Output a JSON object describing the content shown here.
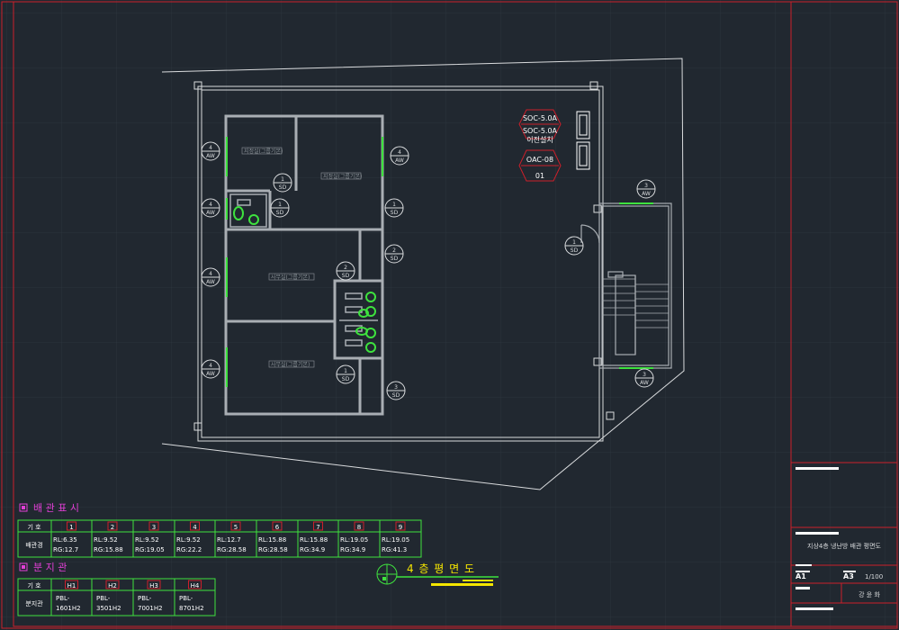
{
  "colors": {
    "background": "#212830",
    "grid": "#2c343d",
    "frame": "#cc1f2a",
    "wall": "#a9aeb3",
    "outline": "#d9dbdd",
    "green": "#3ee23e",
    "yellow": "#f5e600",
    "magenta": "#e23fd6",
    "white": "#ffffff"
  },
  "equipment_tags": {
    "soc1": "SOC-5.0A",
    "soc2": "SOC-5.0A",
    "soc2_note": "이전설치",
    "oac": "OAC-08",
    "oac_no": "01"
  },
  "room_labels": [
    "지정실(그룹기본)",
    "지정실(그룹기본)",
    "사무실(그룹기본)",
    "사무실(그룹기본)"
  ],
  "symbols": [
    {
      "num": "4",
      "code": "AW"
    },
    {
      "num": "1",
      "code": "SD"
    },
    {
      "num": "1",
      "code": "SD"
    },
    {
      "num": "4",
      "code": "AW"
    },
    {
      "num": "1",
      "code": "SD"
    },
    {
      "num": "2",
      "code": "SD"
    },
    {
      "num": "4",
      "code": "AW"
    },
    {
      "num": "2",
      "code": "SD"
    },
    {
      "num": "1",
      "code": "SD"
    },
    {
      "num": "4",
      "code": "AW"
    },
    {
      "num": "1",
      "code": "SD"
    },
    {
      "num": "4",
      "code": "AW"
    },
    {
      "num": "3",
      "code": "SD"
    },
    {
      "num": "3",
      "code": "AW"
    },
    {
      "num": "3",
      "code": "AW"
    }
  ],
  "pipe_legend": {
    "title": "배 관 표 시",
    "row_head": "기  호",
    "row_label": "배관경",
    "cols": [
      {
        "no": "1",
        "rl": "RL:6.35",
        "rg": "RG:12.7"
      },
      {
        "no": "2",
        "rl": "RL:9.52",
        "rg": "RG:15.88"
      },
      {
        "no": "3",
        "rl": "RL:9.52",
        "rg": "RG:19.05"
      },
      {
        "no": "4",
        "rl": "RL:9.52",
        "rg": "RG:22.2"
      },
      {
        "no": "5",
        "rl": "RL:12.7",
        "rg": "RG:28.58"
      },
      {
        "no": "6",
        "rl": "RL:15.88",
        "rg": "RG:28.58"
      },
      {
        "no": "7",
        "rl": "RL:15.88",
        "rg": "RG:34.9"
      },
      {
        "no": "8",
        "rl": "RL:19.05",
        "rg": "RG:34.9"
      },
      {
        "no": "9",
        "rl": "RL:19.05",
        "rg": "RG:41.3"
      }
    ]
  },
  "branch_legend": {
    "title": "분 지 관",
    "row_head": "기  호",
    "row_label": "분지관",
    "cols": [
      {
        "no": "H1",
        "a": "PBL-",
        "b": "1601H2"
      },
      {
        "no": "H2",
        "a": "PBL-",
        "b": "3501H2"
      },
      {
        "no": "H3",
        "a": "PBL-",
        "b": "7001H2"
      },
      {
        "no": "H4",
        "a": "PBL-",
        "b": "8701H2"
      }
    ]
  },
  "drawing_title": "4 층  평  면  도",
  "title_block": {
    "drawing_name": "지상4층 냉난방 배관 평면도",
    "sheet_a1": "A1",
    "sheet_a3": "A3",
    "scale": "1/100",
    "drawn_by": "강 윤 화"
  }
}
